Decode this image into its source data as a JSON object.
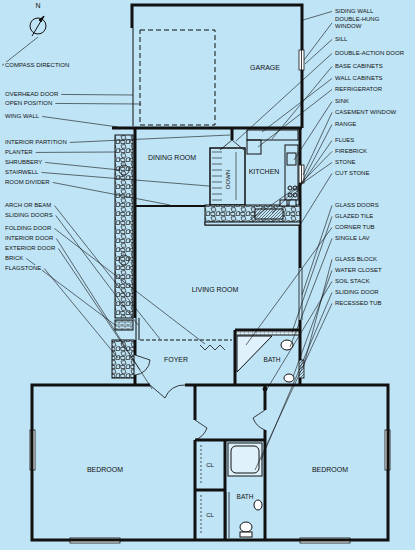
{
  "diagram": {
    "nodes": [
      {
        "text": [
          "GARAGE"
        ]
      },
      {
        "text": [
          "DINING ROOM"
        ]
      },
      {
        "text": [
          "KITCHEN"
        ]
      },
      {
        "text": [
          "LIVING ROOM"
        ]
      },
      {
        "text": [
          "FOYER"
        ]
      },
      {
        "text": [
          "BATH"
        ]
      },
      {
        "text": [
          "BEDROOM"
        ]
      },
      {
        "text": [
          "CL"
        ]
      },
      {
        "text": [
          "CL"
        ]
      },
      {
        "text": [
          "BATH"
        ]
      },
      {
        "text": [
          "BEDROOM"
        ]
      }
    ],
    "labels": [
      "N",
      "COMPASS DIRECTION",
      "OVERHEAD DOOR",
      "OPEN POSITION",
      "WING WALL",
      "INTERIOR PARTITION",
      "PLANTER",
      "SHRUBBERY",
      "STAIRWELL",
      "ROOM DIVIDER",
      "ARCH OR BEAM",
      "SLIDING DOORS",
      "FOLDING DOOR",
      "INTERIOR DOOR",
      "EXTERIOR DOOR",
      "BRICK",
      "FLAGSTONE",
      "SIDING WALL",
      "DOUBLE-HUNG WINDOW",
      "SILL",
      "DOUBLE-ACTION DOOR",
      "BASE CABINETS",
      "WALL CABINETS",
      "REFRIGERATOR",
      "SINK",
      "CASEMENT WINDOW",
      "RANGE",
      "FLUES",
      "FIREBRICK",
      "STONE",
      "CUT STONE",
      "GLASS DOORS",
      "GLAZED TILE",
      "CORNER TUB",
      "SINGLE LAV",
      "GLASS BLOCK",
      "WATER CLOSET",
      "SOIL STACK",
      "SLIDING DOOR",
      "RECESSED TUB",
      "DOWN"
    ]
  }
}
